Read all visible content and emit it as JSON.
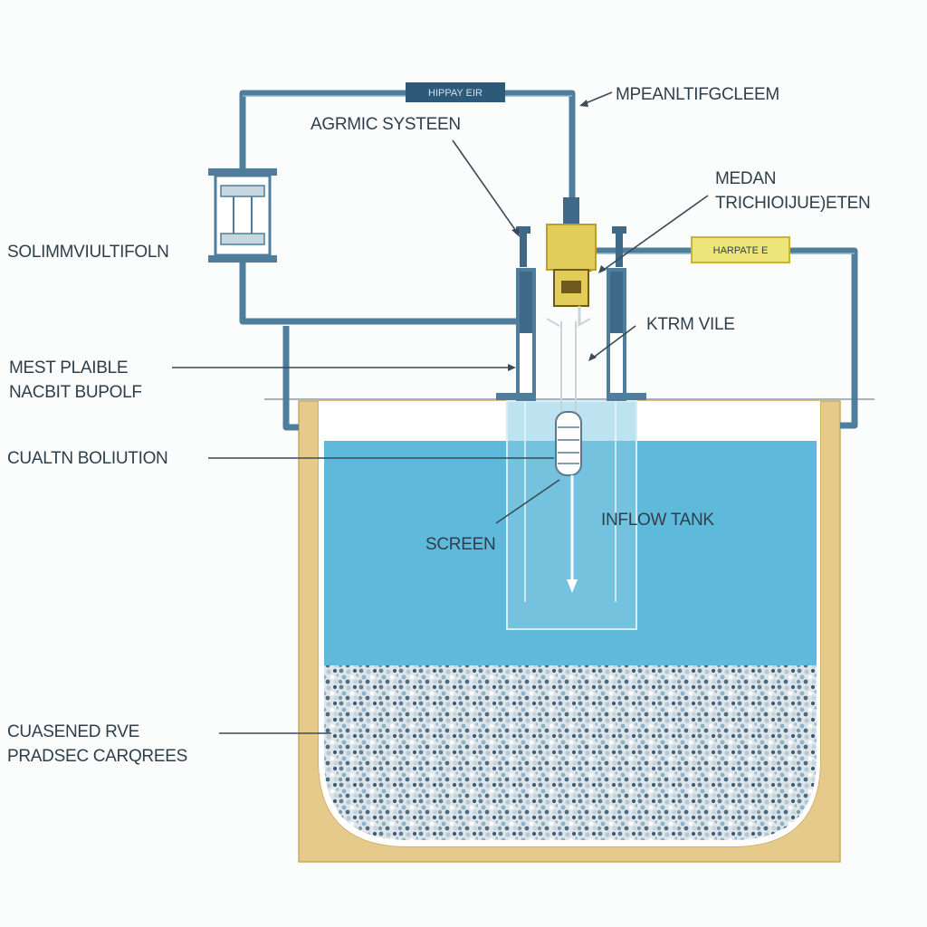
{
  "labels": {
    "top_right": "MPEANLTIFGCLEEM",
    "agrmic_system": "AGRMIC SYSTEEN",
    "medan_line1": "MEDAN",
    "medan_line2": "TRICHIOIJUE)ETEN",
    "left_valve": "SOLIMMVIULTIFOLN",
    "ktrm_vile": "KTRM VILE",
    "mest_line1": "MEST PLAIBLE",
    "mest_line2": "NACBIT BUPOLF",
    "cualtn": "CUALTN BOLIUTION",
    "screen": "SCREEN",
    "inflow_tank": "INFLOW TANK",
    "gravel_line1": "CUASENED RVE",
    "gravel_line2": "PRADSEC CARQREES"
  },
  "tags": {
    "top_pipe": "HIPPAY EIR",
    "right_pipe": "HARPATE E"
  },
  "colors": {
    "pipe": "#4f7e9c",
    "water": "#5fb9da",
    "tank_wall": "#e6ca8c",
    "pump_body": "#e3cd5a",
    "tag_dark": "#2e5a7a",
    "tag_yellow": "#eee57a",
    "label_text": "#2e3f4c"
  }
}
